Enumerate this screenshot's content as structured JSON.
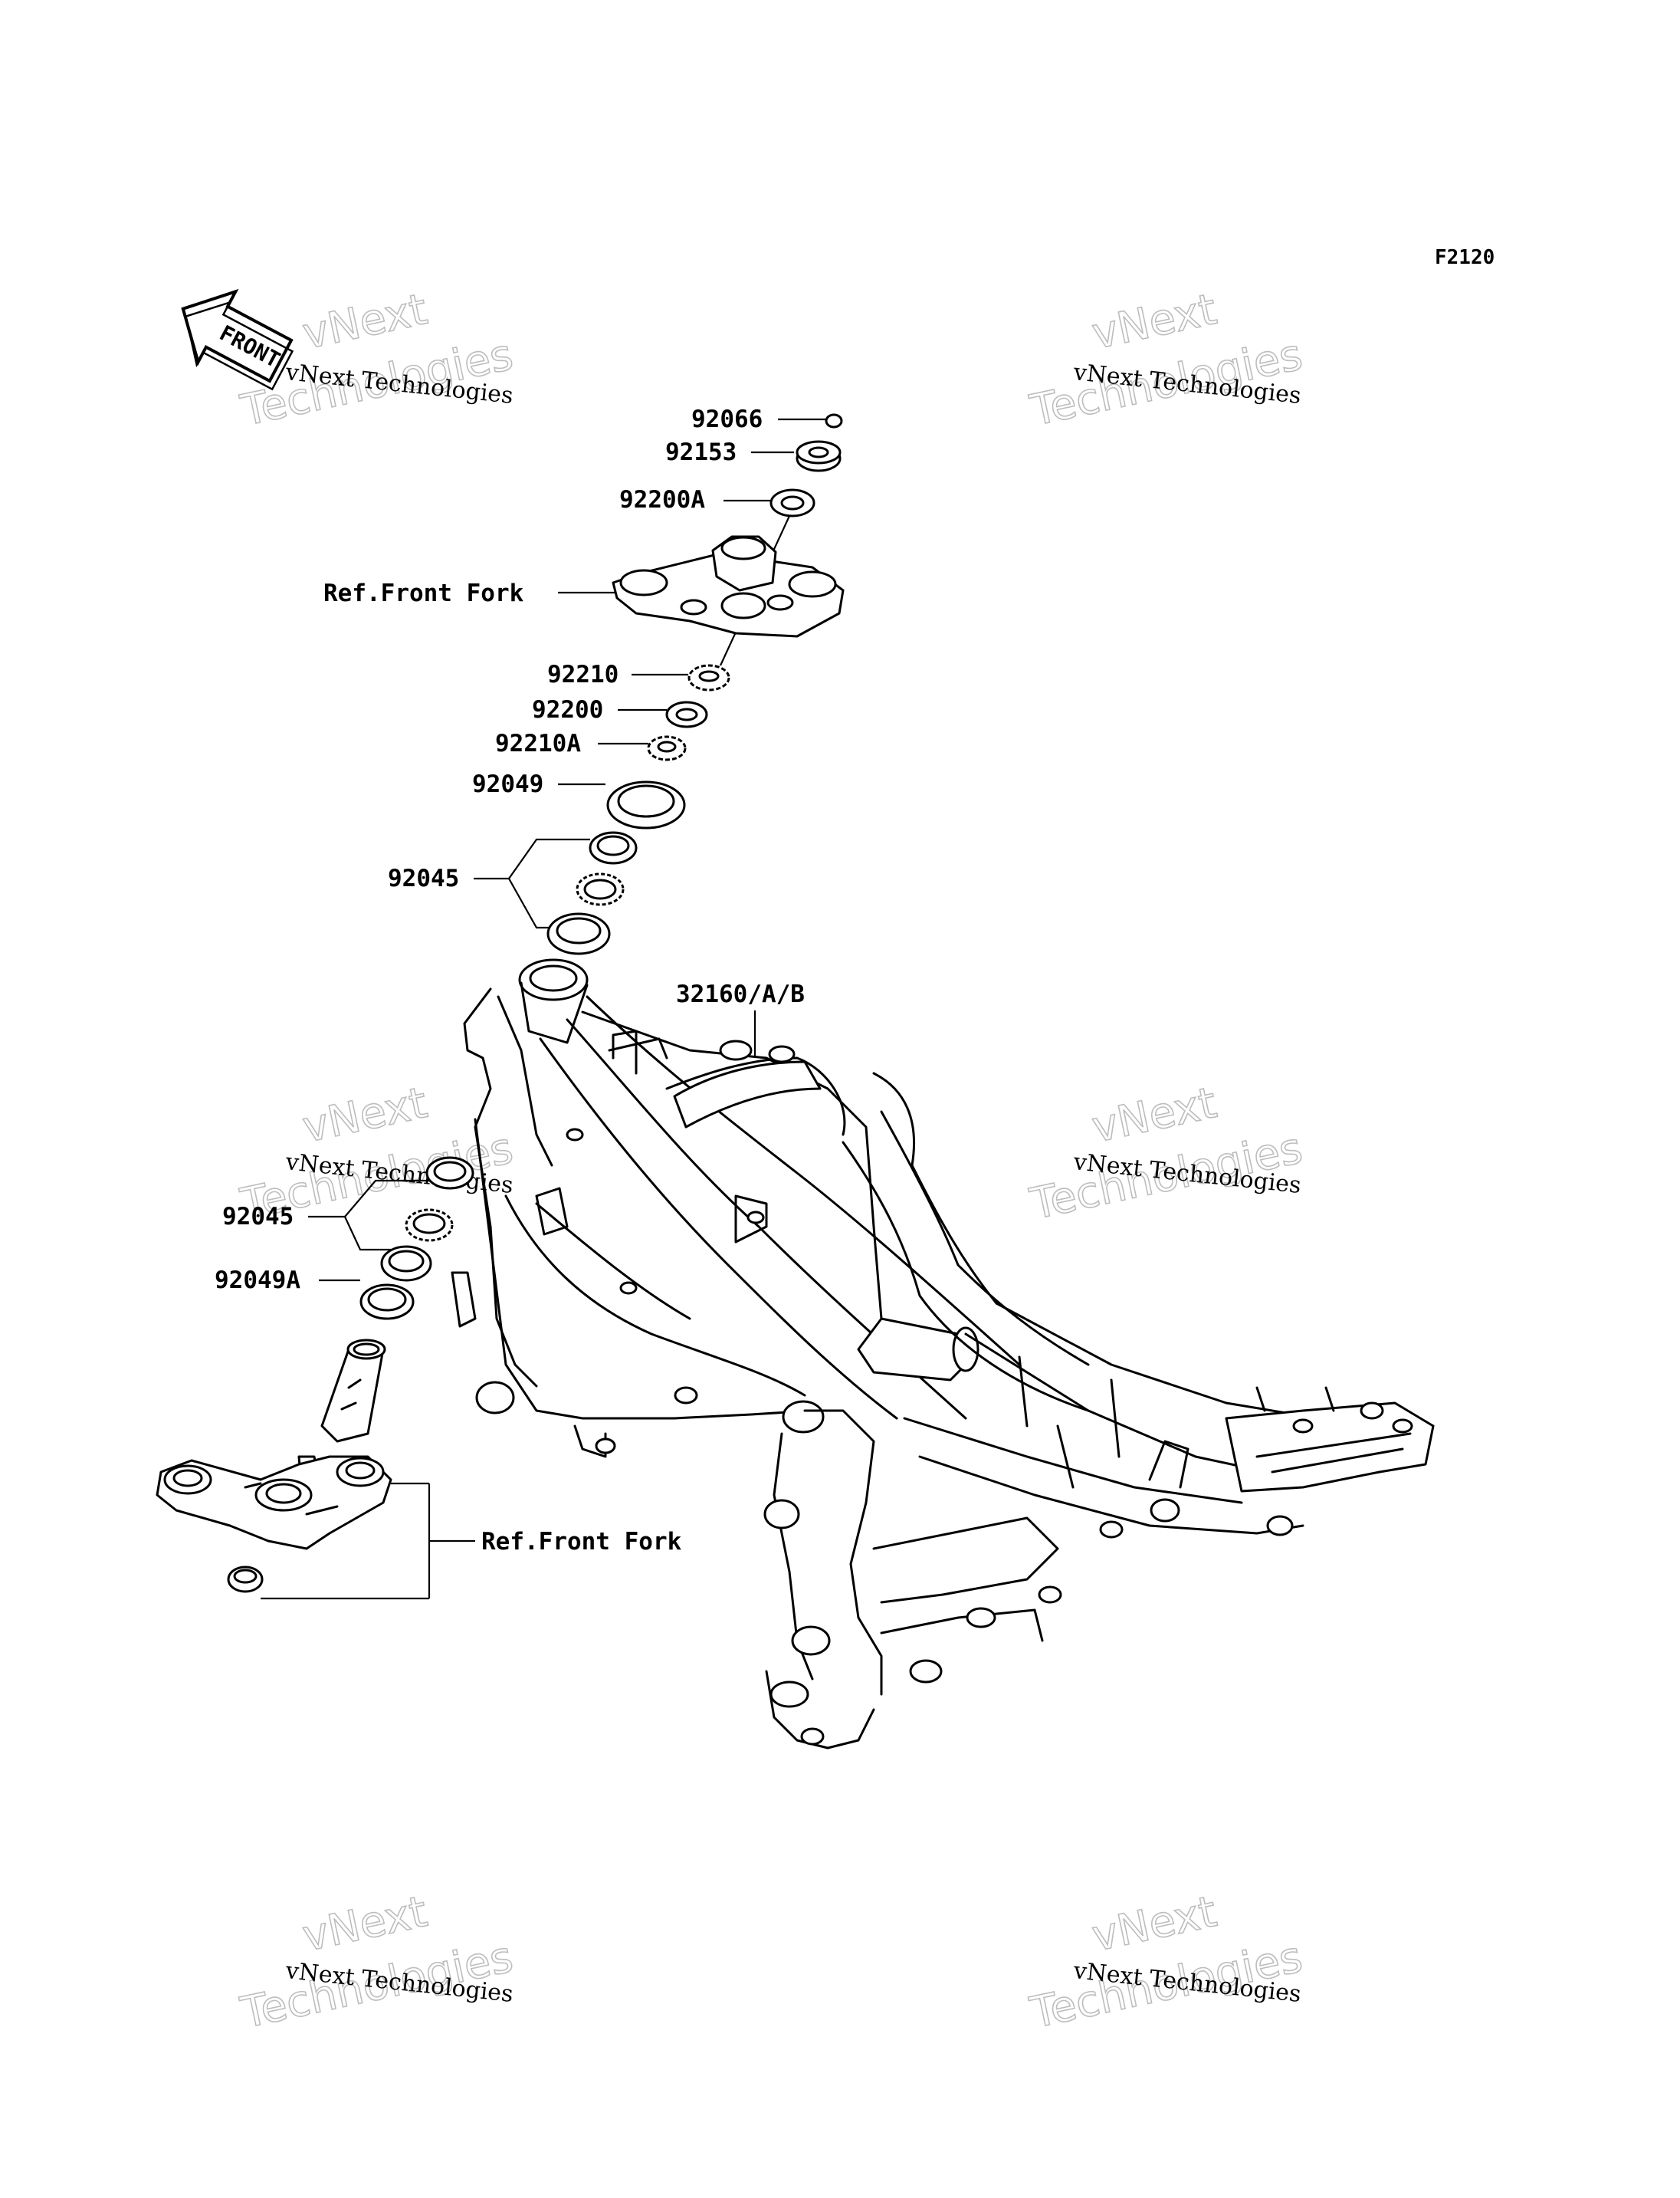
{
  "diagram": {
    "code": "F2120",
    "front_arrow_label": "FRONT",
    "watermark": {
      "line1": "vNext Technologies",
      "big_line1": "vNext",
      "big_line2": "Technologies"
    },
    "parts": {
      "p92066": "92066",
      "p92153": "92153",
      "p92200A": "92200A",
      "ref_upper": "Ref.Front Fork",
      "p92210": "92210",
      "p92200": "92200",
      "p92210A": "92210A",
      "p92049": "92049",
      "p92045_upper": "92045",
      "p32160": "32160/A/B",
      "p92045_lower": "92045",
      "p92049A": "92049A",
      "ref_lower": "Ref.Front Fork"
    }
  }
}
